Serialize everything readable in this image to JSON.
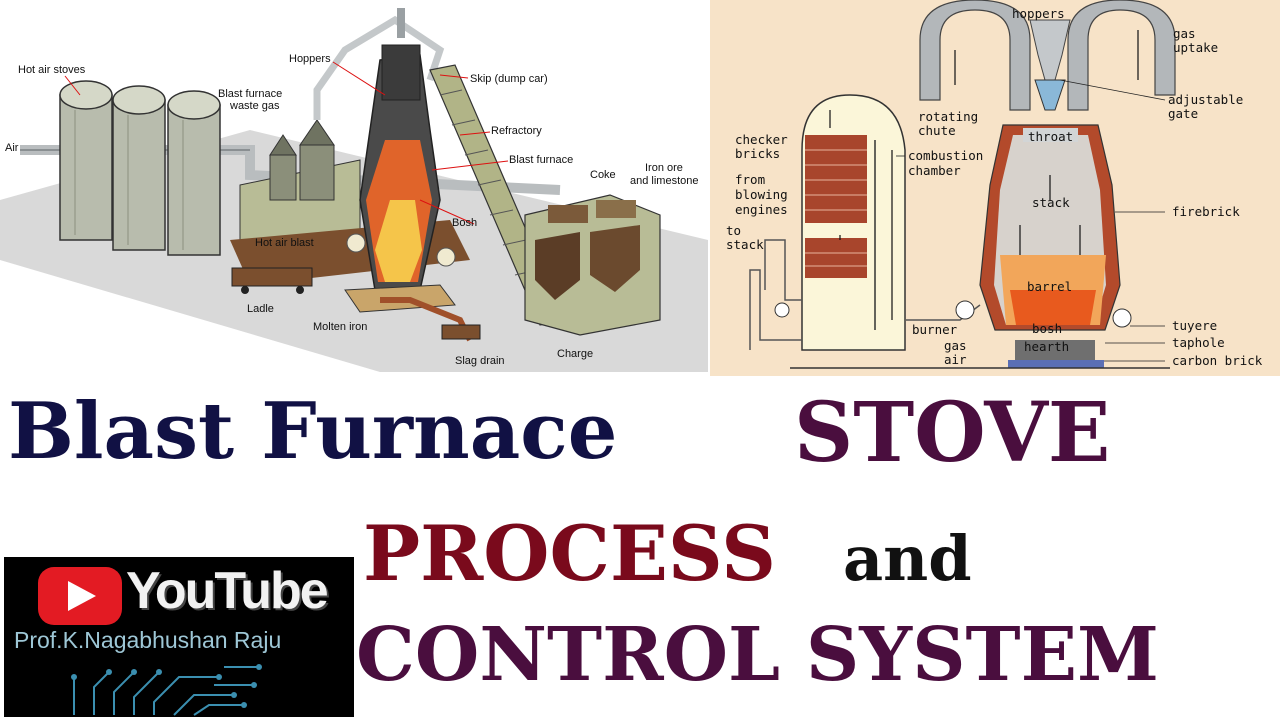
{
  "left_diagram": {
    "labels": {
      "hot_air_stoves": "Hot air stoves",
      "air": "Air",
      "waste_gas": [
        "Blast furnace",
        "waste gas"
      ],
      "hoppers": "Hoppers",
      "skip": "Skip (dump car)",
      "refractory": "Refractory",
      "blast_furnace": "Blast furnace",
      "coke": "Coke",
      "iron_ore": [
        "Iron ore",
        "and limestone"
      ],
      "bosh": "Bosh",
      "hot_air_blast": "Hot air blast",
      "ladle": "Ladle",
      "molten_iron": "Molten iron",
      "slag_drain": "Slag drain",
      "charge": "Charge"
    }
  },
  "right_diagram": {
    "labels": {
      "hoppers": "hoppers",
      "gas_uptake": [
        "gas",
        "uptake"
      ],
      "adjustable_gate": [
        "adjustable",
        "gate"
      ],
      "rotating_chute": [
        "rotating",
        "chute"
      ],
      "throat": "throat",
      "checker_bricks": [
        "checker",
        "bricks"
      ],
      "combustion_chamber": [
        "combustion",
        "chamber"
      ],
      "from_blowing_engines": [
        "from",
        "blowing",
        "engines"
      ],
      "to_stack": [
        "to",
        "stack"
      ],
      "stack": "stack",
      "firebrick": "firebrick",
      "barrel": "barrel",
      "burner": "burner",
      "bosh": "bosh",
      "tuyere": "tuyere",
      "gas": "gas",
      "air": "air",
      "hearth": "hearth",
      "taphole": "taphole",
      "carbon_brick": "carbon brick"
    }
  },
  "title": {
    "line1a": "Blast Furnace",
    "line1b": "STOVE",
    "line2a": "PROCESS",
    "line2b": "and",
    "line3": "CONTROL SYSTEM"
  },
  "channel": {
    "platform": "YouTube",
    "name": "Prof.K.Nagabhushan Raju",
    "icon": "youtube-play-icon"
  },
  "colors": {
    "title_navy": "#111144",
    "title_purple": "#4a0e3e",
    "title_crimson": "#7a0a1c",
    "youtube_red": "#e31b23",
    "diagram_bg": "#f7e3c8"
  }
}
